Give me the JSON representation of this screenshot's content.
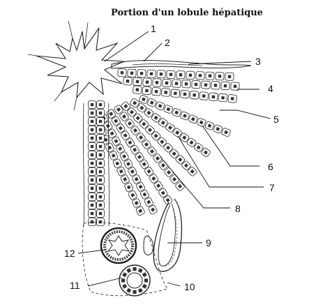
{
  "title": "Portion d'un lobule hépatique",
  "labels": [
    "1",
    "2",
    "3",
    "4",
    "5",
    "6",
    "7",
    "8",
    "9",
    "10",
    "11",
    "12"
  ],
  "colors": {
    "ink": "#222222",
    "background": "#ffffff",
    "nuclei": "#333333",
    "wall": "#444444"
  }
}
